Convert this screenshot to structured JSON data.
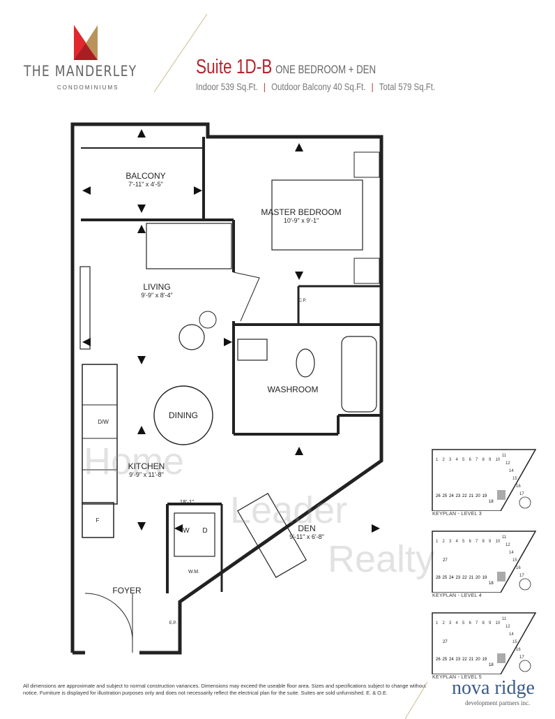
{
  "brand": {
    "name": "THE MANDERLEY",
    "subtitle": "CONDOMINIUMS",
    "colors": {
      "red": "#d7262b",
      "dark_red": "#a81e22",
      "gold": "#b9935a"
    }
  },
  "suite": {
    "title": "Suite 1D-B",
    "type": "ONE BEDROOM + DEN",
    "indoor": "Indoor 539 Sq.Ft.",
    "outdoor": "Outdoor Balcony 40 Sq.Ft.",
    "total": "Total 579 Sq.Ft.",
    "accent": "#b3262e"
  },
  "rooms": {
    "balcony": {
      "name": "BALCONY",
      "dim": "7'-11\" x 4'-5\""
    },
    "master": {
      "name": "MASTER BEDROOM",
      "dim": "10'-9\" x 9'-1\""
    },
    "living": {
      "name": "LIVING",
      "dim": "9'-9\" x 8'-4\""
    },
    "washroom": {
      "name": "WASHROOM"
    },
    "dining": {
      "name": "DINING"
    },
    "kitchen": {
      "name": "KITCHEN",
      "dim": "9'-9\" x 11'-8\""
    },
    "den": {
      "name": "DEN",
      "dim": "9'-11\" x 6'-8\""
    },
    "foyer": {
      "name": "FOYER"
    },
    "ceiling": "18'-1\"",
    "dw": "D/W",
    "fridge": "F",
    "washer": "W",
    "dryer": "D",
    "wm": "W.M.",
    "cp": "C.P.",
    "ep": "E.P."
  },
  "watermark": [
    "Home",
    "Leader",
    "Realty"
  ],
  "keyplans": [
    {
      "title": "KEYPLAN - LEVEL 3",
      "top": [
        "1",
        "2",
        "3",
        "4",
        "5",
        "6",
        "7",
        "8",
        "9",
        "10",
        "11",
        "12",
        "14",
        "15",
        "16",
        "17"
      ],
      "bottom": [
        "26",
        "25",
        "24",
        "23",
        "22",
        "21",
        "20",
        "19",
        "18"
      ]
    },
    {
      "title": "KEYPLAN - LEVEL 4",
      "top": [
        "1",
        "2",
        "3",
        "4",
        "5",
        "6",
        "7",
        "8",
        "9",
        "10",
        "11",
        "12",
        "14",
        "15",
        "16",
        "17"
      ],
      "bottom": [
        "28",
        "25",
        "24",
        "23",
        "22",
        "21",
        "20",
        "19",
        "18"
      ],
      "extra": "27"
    },
    {
      "title": "KEYPLAN - LEVEL 5",
      "top": [
        "1",
        "2",
        "3",
        "4",
        "5",
        "6",
        "7",
        "8",
        "9",
        "10",
        "11",
        "12",
        "14",
        "15",
        "16",
        "17"
      ],
      "bottom": [
        "26",
        "25",
        "24",
        "23",
        "22",
        "21",
        "20",
        "19",
        "18"
      ],
      "extra": "27"
    }
  ],
  "footer": {
    "disclaimer": "All dimensions are approximate and subject to normal construction variances. Dimensions may exceed the useable floor area. Sizes and specifications subject to change without notice. Furniture is displayed for illustration purposes only and does not necessarily reflect the electrical plan for the suite. Suites are sold unfurnished. E. & O.E.",
    "developer": "nova ridge",
    "developer_sub": "development partners inc."
  }
}
